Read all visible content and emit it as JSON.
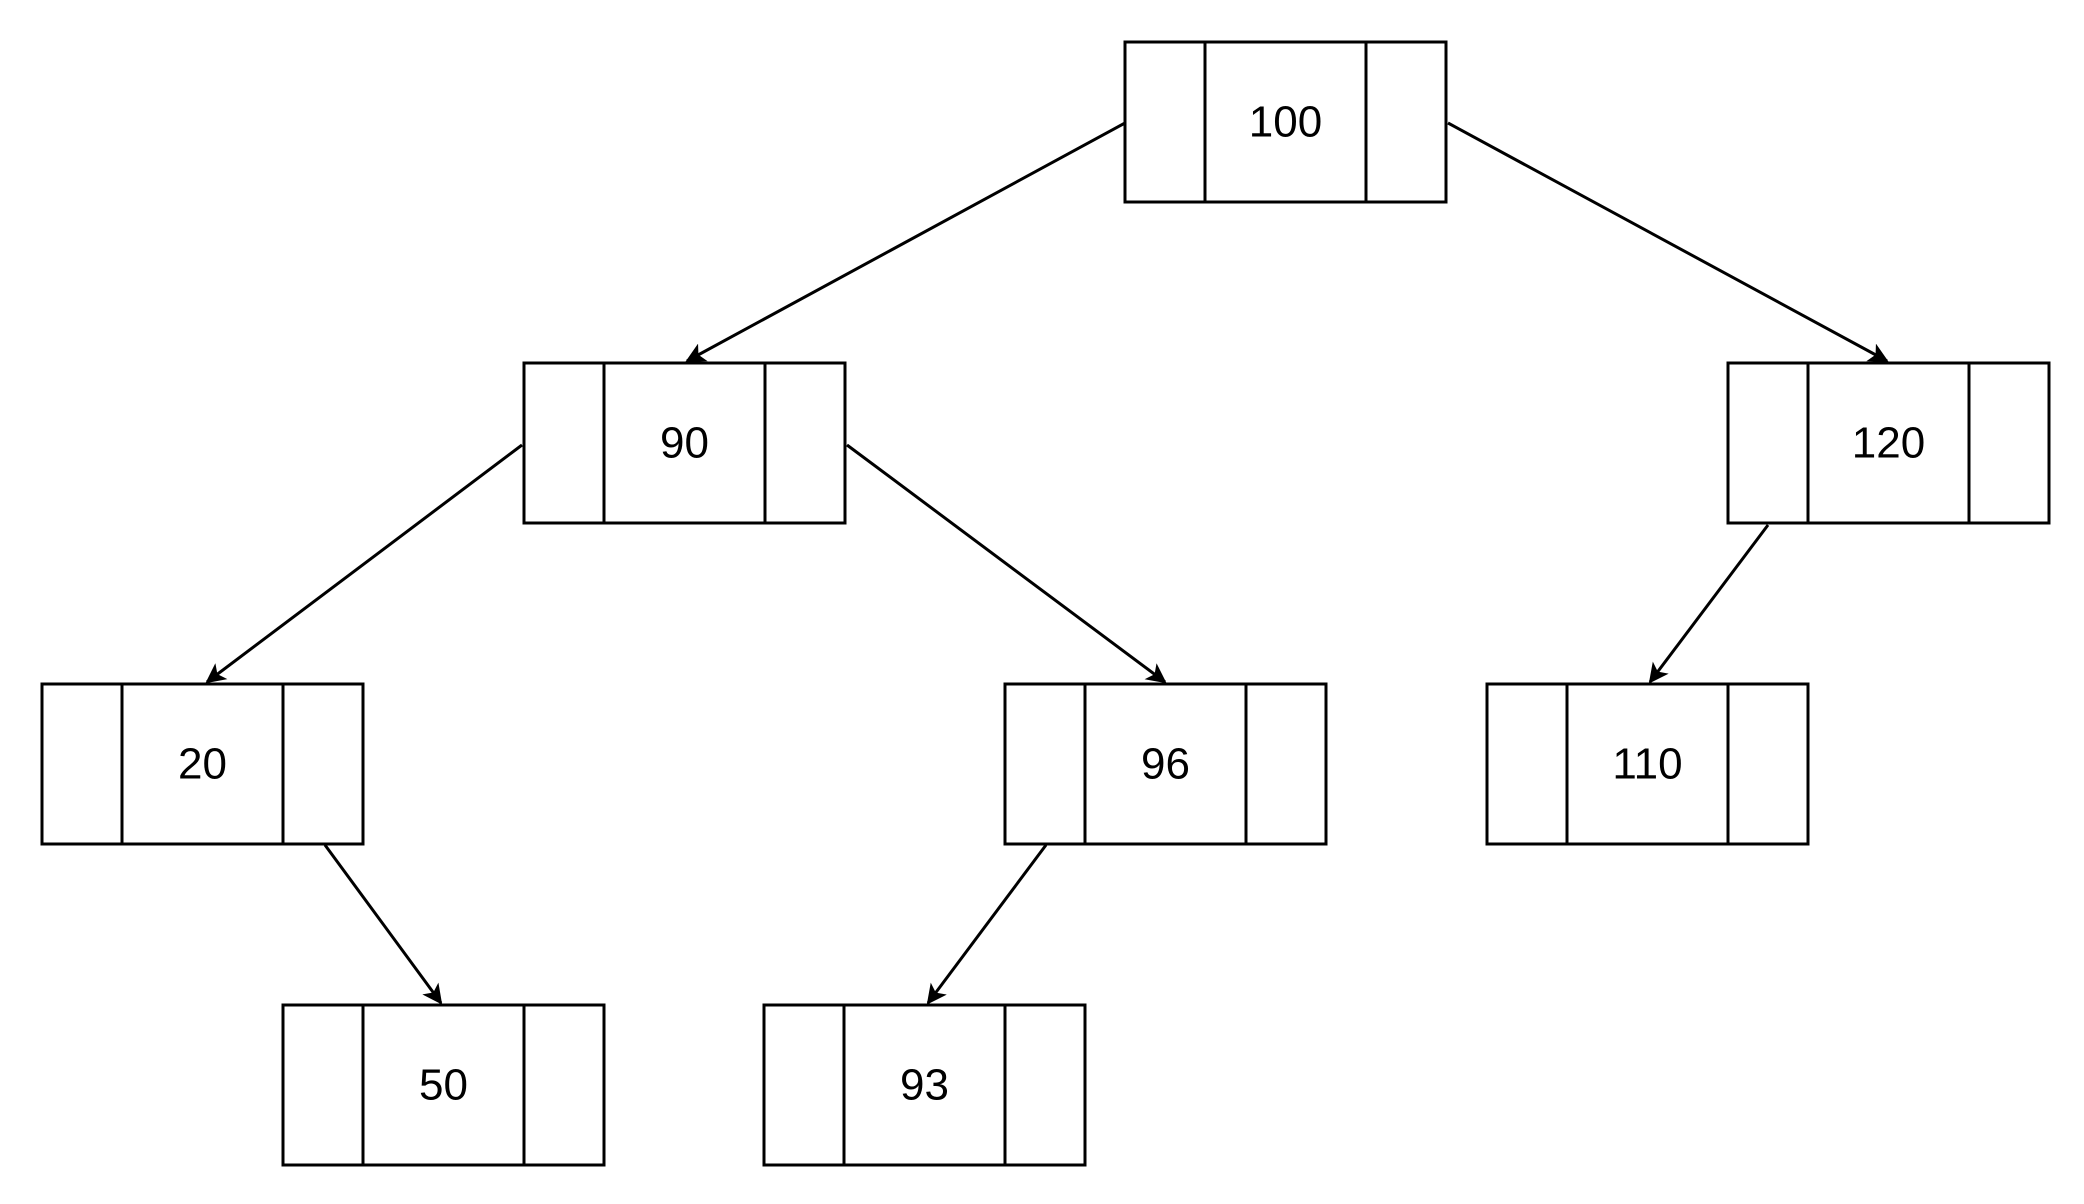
{
  "tree": {
    "nodes": [
      {
        "id": "n100",
        "value": "100"
      },
      {
        "id": "n90",
        "value": "90"
      },
      {
        "id": "n120",
        "value": "120"
      },
      {
        "id": "n20",
        "value": "20"
      },
      {
        "id": "n96",
        "value": "96"
      },
      {
        "id": "n110",
        "value": "110"
      },
      {
        "id": "n50",
        "value": "50"
      },
      {
        "id": "n93",
        "value": "93"
      }
    ],
    "edges": [
      {
        "from": "n100",
        "to": "n90"
      },
      {
        "from": "n100",
        "to": "n120"
      },
      {
        "from": "n90",
        "to": "n20"
      },
      {
        "from": "n90",
        "to": "n96"
      },
      {
        "from": "n120",
        "to": "n110"
      },
      {
        "from": "n20",
        "to": "n50"
      },
      {
        "from": "n96",
        "to": "n93"
      }
    ]
  }
}
